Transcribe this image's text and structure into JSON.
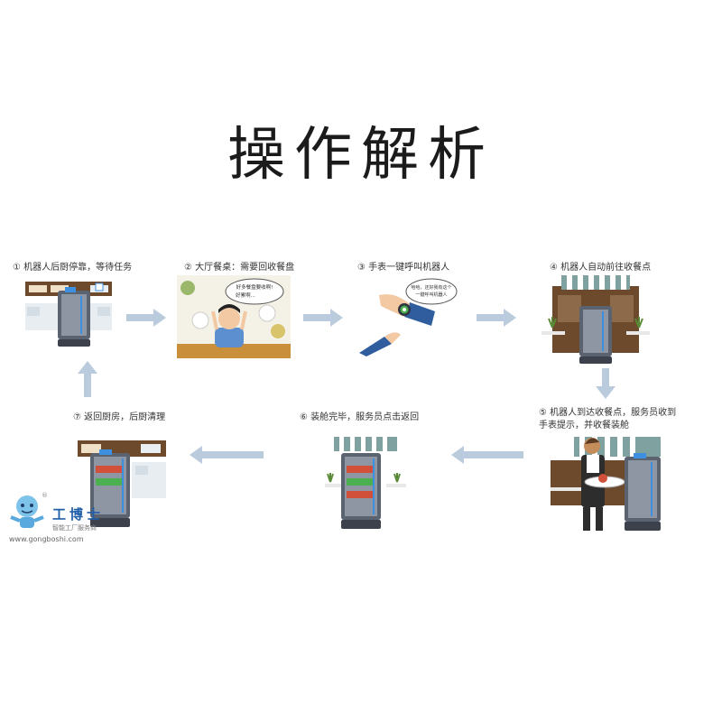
{
  "title": "操作解析",
  "steps": [
    {
      "label": "① 机器人后厨停靠，等待任务"
    },
    {
      "label": "② 大厅餐桌：需要回收餐盘",
      "bubble": [
        "好多餐盘要收啊!",
        "好累啊..."
      ]
    },
    {
      "label": "③ 手表一键呼叫机器人",
      "bubble": [
        "哈哈，还好我有这个",
        "一键呼叫机器人"
      ]
    },
    {
      "label": "④ 机器人自动前往收餐点"
    },
    {
      "label_lines": [
        "⑤ 机器人到达收餐点，服务员收到",
        "手表提示，并收餐装舱"
      ]
    },
    {
      "label": "⑥ 装舱完毕，服务员点击返回"
    },
    {
      "label": "⑦ 返回厨房，后厨清理"
    }
  ],
  "watermark": {
    "name": "工博士",
    "subtitle": "智能工厂服务商",
    "url": "www.gongboshi.com",
    "registered": "®"
  },
  "colors": {
    "arrow": "#b9cbdc",
    "robot_body": "#5b6270",
    "robot_light": "#3d8fe0",
    "awning": "#7fa2a0",
    "wood": "#6e4a2c",
    "cafe_floor": "#c98f3b"
  }
}
